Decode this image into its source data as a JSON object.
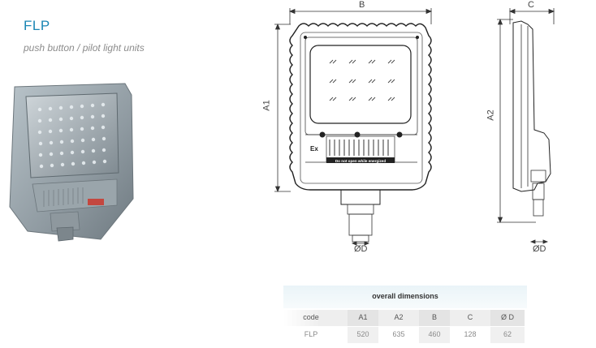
{
  "product": {
    "title": "FLP",
    "subtitle": "push button / pilot light units"
  },
  "drawing": {
    "label_b": "B",
    "label_c": "C",
    "label_a1": "A1",
    "label_a2": "A2",
    "label_d_front": "ØD",
    "label_d_side": "ØD",
    "ex_mark": "Ex",
    "warning_text": "Do not open while energized"
  },
  "table": {
    "caption": "overall dimensions",
    "headers": [
      "code",
      "A1",
      "A2",
      "B",
      "C",
      "Ø D"
    ],
    "rows": [
      [
        "FLP",
        "520",
        "635",
        "460",
        "128",
        "62"
      ]
    ]
  }
}
